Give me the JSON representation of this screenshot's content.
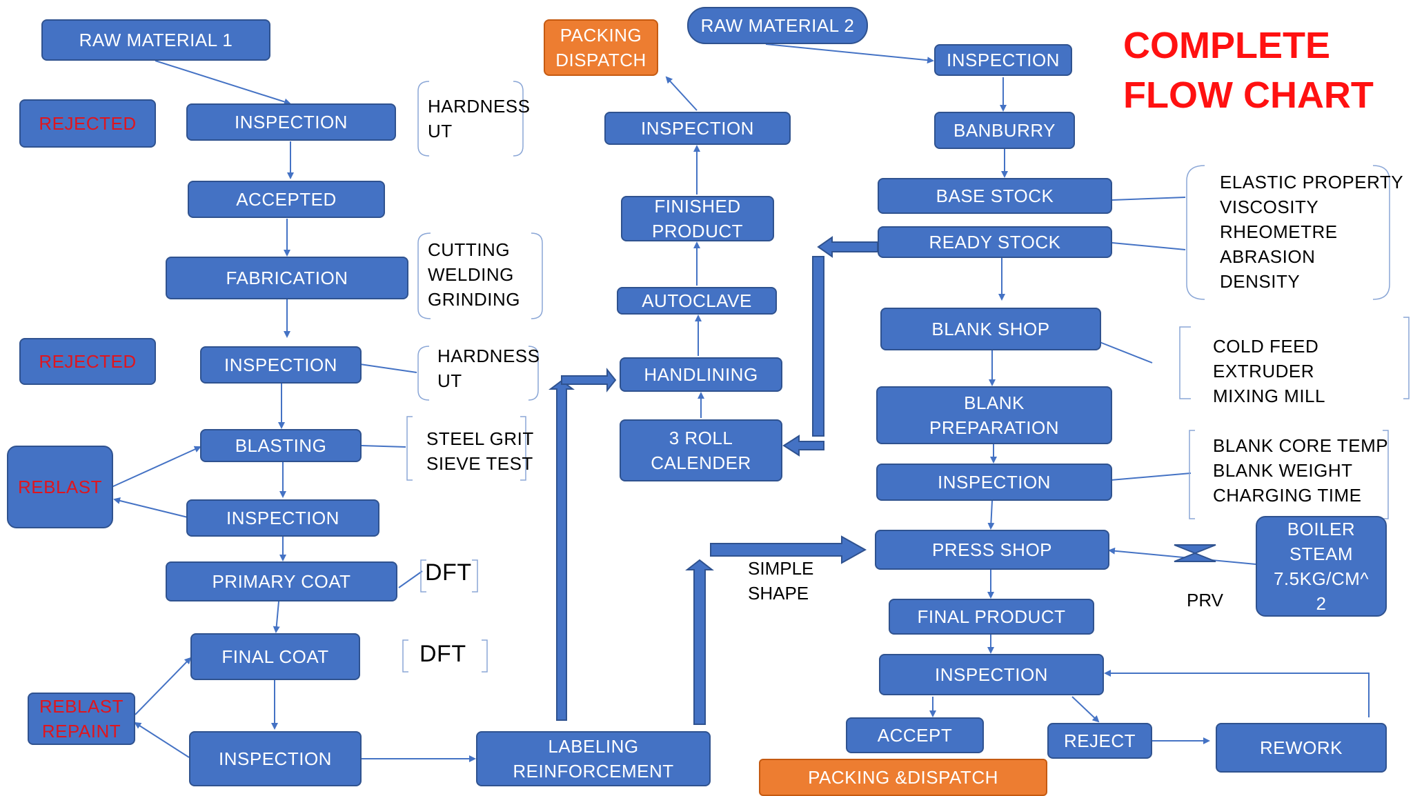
{
  "title": "COMPLETE\nFLOW CHART",
  "colors": {
    "node_fill": "#4472c4",
    "node_border": "#2f528f",
    "packing": "#ed7d31",
    "rejected_text": "#e0151d",
    "title": "#ff1111",
    "connector": "#4472c4"
  },
  "nodes": {
    "raw_material_1": "RAW MATERIAL 1",
    "rejected_1": "REJECTED",
    "inspection_1": "INSPECTION",
    "accepted": "ACCEPTED",
    "fabrication": "FABRICATION",
    "rejected_2": "REJECTED",
    "inspection_2": "INSPECTION",
    "blasting": "BLASTING",
    "reblast": "REBLAST",
    "inspection_3": "INSPECTION",
    "primary_coat": "PRIMARY COAT",
    "final_coat": "FINAL COAT",
    "reblast_repaint": "REBLAST\nREPAINT",
    "inspection_4": "INSPECTION",
    "labeling_reinforcement": "LABELING\nREINFORCEMENT",
    "packing_dispatch_1": "PACKING\nDISPATCH",
    "inspection_5": "INSPECTION",
    "finished_product": "FINISHED\nPRODUCT",
    "autoclave": "AUTOCLAVE",
    "handlining": "HANDLINING",
    "three_roll_calender": "3 ROLL\nCALENDER",
    "raw_material_2": "RAW MATERIAL 2",
    "inspection_6": "INSPECTION",
    "banburry": "BANBURRY",
    "base_stock": "BASE STOCK",
    "ready_stock": "READY STOCK",
    "blank_shop": "BLANK SHOP",
    "blank_preparation": "BLANK\nPREPARATION",
    "inspection_7": "INSPECTION",
    "press_shop": "PRESS SHOP",
    "boiler_steam": "BOILER\nSTEAM\n7.5KG/CM^\n2",
    "final_product": "FINAL PRODUCT",
    "inspection_8": "INSPECTION",
    "accept": "ACCEPT",
    "reject": "REJECT",
    "rework": "REWORK",
    "packing_dispatch_2": "PACKING &DISPATCH"
  },
  "notes": {
    "hardness_ut_1": "HARDNESS\nUT",
    "cutting": "CUTTING\nWELDING\nGRINDING",
    "hardness_ut_2": "HARDNESS\nUT",
    "steel_grit": "STEEL GRIT\nSIEVE TEST",
    "dft_1": "DFT",
    "dft_2": "DFT",
    "properties": "ELASTIC PROPERTY\nVISCOSITY\nRHEOMETRE\nABRASION\nDENSITY",
    "extruder": "COLD FEED EXTRUDER\nMIXING  MILL",
    "blank_checks": "BLANK CORE TEMP\nBLANK WEIGHT\nCHARGING TIME",
    "simple_shape": "SIMPLE\nSHAPE",
    "prv": "PRV"
  }
}
